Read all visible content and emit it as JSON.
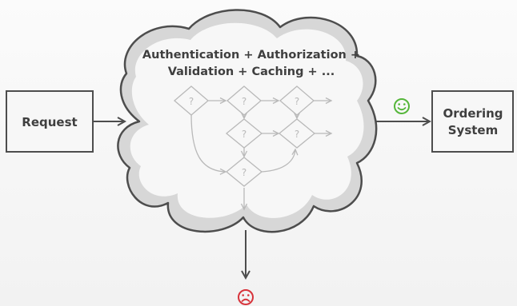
{
  "request_label": "Request",
  "ordering_lines": [
    "Ordering",
    "System"
  ],
  "cloud_lines": [
    "Authentication + Authorization +",
    "Validation + Caching + ..."
  ],
  "decision_label": "?",
  "smile_icon": "happy-face-icon",
  "sad_icon": "sad-face-icon",
  "colors": {
    "stroke": "#4d4d4d",
    "flow_gray": "#b9b9b9",
    "happy": "#55b63a",
    "sad": "#d7333b",
    "cloud_fill": "#f7f7f7",
    "cloud_ring": "#d7d7d7"
  }
}
